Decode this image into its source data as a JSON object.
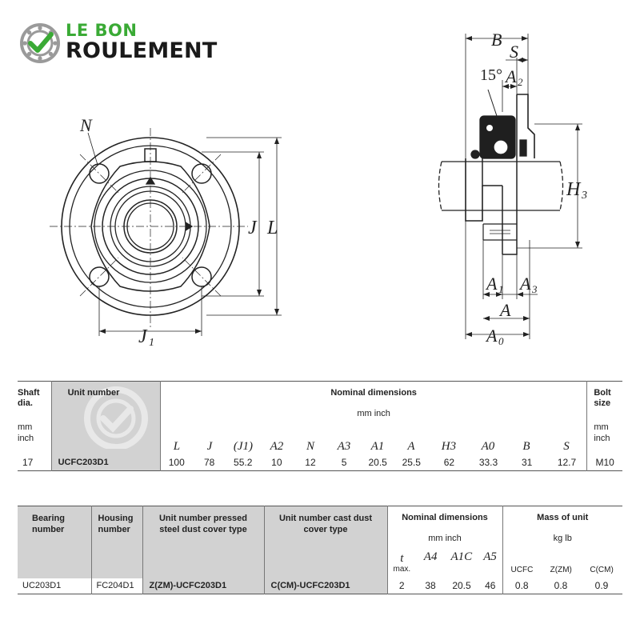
{
  "brand": {
    "line1": "LE BON",
    "line2": "ROULEMENT",
    "accent": "#3aaa35"
  },
  "drawing_labels": {
    "N": "N",
    "J": "J",
    "L": "L",
    "J1": "J",
    "J1_sub": "1",
    "B": "B",
    "S": "S",
    "angle": "15°",
    "A2": "A",
    "A2_sub": "2",
    "H3": "H",
    "H3_sub": "3",
    "A1": "A",
    "A1_sub": "1",
    "A3": "A",
    "A3_sub": "3",
    "A": "A",
    "A0": "A",
    "A0_sub": "0"
  },
  "table1": {
    "shaft_label": "Shaft dia.",
    "shaft_units": "mm inch",
    "unit_label": "Unit number",
    "nominal_label": "Nominal dimensions",
    "nominal_units": "mm  inch",
    "bolt_label": "Bolt size",
    "bolt_units": "mm inch",
    "columns": [
      "L",
      "J",
      "(J1)",
      "A2",
      "N",
      "A3",
      "A1",
      "A",
      "H3",
      "A0",
      "B",
      "S"
    ],
    "row": {
      "shaft": "17",
      "unit": "UCFC203D1",
      "values": [
        "100",
        "78",
        "55.2",
        "10",
        "12",
        "5",
        "20.5",
        "25.5",
        "62",
        "33.3",
        "31",
        "12.7"
      ],
      "bolt": "M10"
    }
  },
  "table2": {
    "bearing_label": "Bearing number",
    "housing_label": "Housing number",
    "pressed_label": "Unit number pressed steel dust cover type",
    "cast_label": "Unit number cast dust cover type",
    "nominal_label": "Nominal dimensions",
    "nominal_units": "mm  inch",
    "mass_label": "Mass of unit",
    "mass_units": "kg  lb",
    "t_label": "t",
    "t_sub": "max.",
    "dim_columns": [
      "A4",
      "A1C",
      "A5"
    ],
    "mass_columns": [
      "UCFC",
      "Z(ZM)",
      "C(CM)"
    ],
    "row": {
      "bearing": "UC203D1",
      "housing": "FC204D1",
      "pressed": "Z(ZM)-UCFC203D1",
      "cast": "C(CM)-UCFC203D1",
      "values": [
        "2",
        "38",
        "20.5",
        "46"
      ],
      "mass": [
        "0.8",
        "0.8",
        "0.9"
      ]
    }
  }
}
